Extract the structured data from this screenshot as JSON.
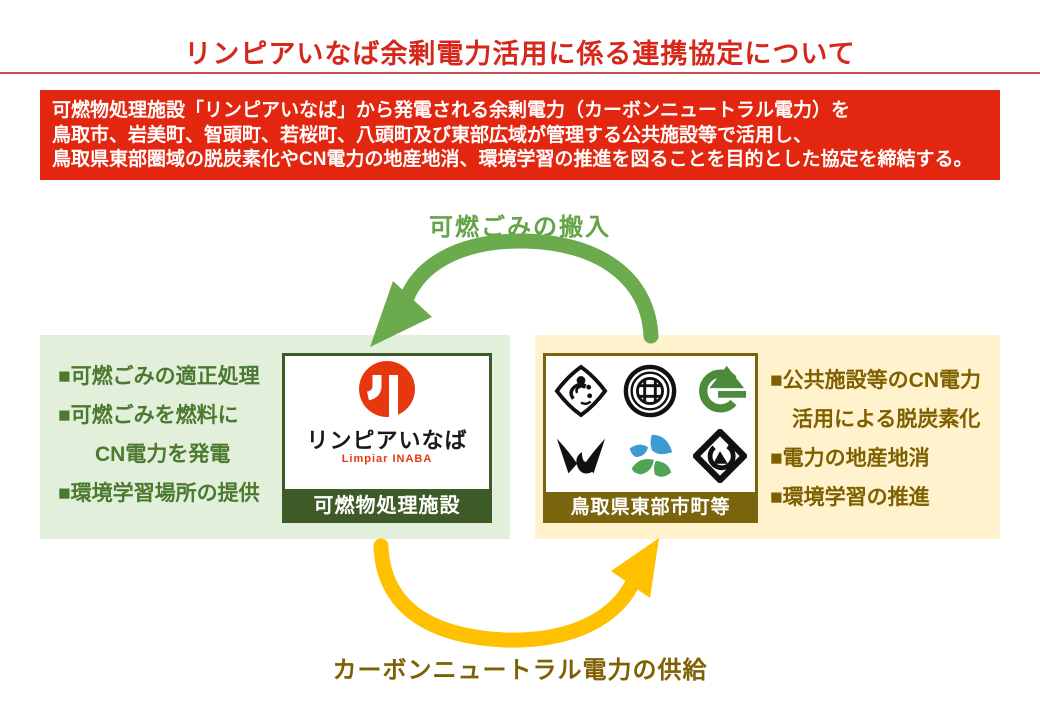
{
  "title": "リンピアいなば余剰電力活用に係る連携協定について",
  "banner": {
    "lines": [
      "可燃物処理施設「リンピアいなば」から発電される余剰電力（カーボンニュートラル電力）を",
      "鳥取市、岩美町、智頭町、若桜町、八頭町及び東部広域が管理する公共施設等で活用し、",
      "鳥取県東部圏域の脱炭素化やCN電力の地産地消、環境学習の推進を図ることを目的とした協定を締結する。"
    ]
  },
  "flow": {
    "top_label": "可燃ごみの搬入",
    "bottom_label": "カーボンニュートラル電力の供給"
  },
  "left_box": {
    "items": [
      {
        "text": "■可燃ごみの適正処理"
      },
      {
        "text": "■可燃ごみを燃料に"
      },
      {
        "text": "CN電力を発電",
        "indent": true
      },
      {
        "text": "■環境学習場所の提供"
      }
    ]
  },
  "right_box": {
    "items": [
      {
        "text": "■公共施設等のCN電力"
      },
      {
        "text": "活用による脱炭素化",
        "indent": true
      },
      {
        "text": "■電力の地産地消"
      },
      {
        "text": "■環境学習の推進"
      }
    ]
  },
  "facility_card": {
    "logo_jp": "リンピアいなば",
    "logo_en": "Limpiar INABA",
    "caption": "可燃物処理施設"
  },
  "municipal_card": {
    "caption": "鳥取県東部市町等",
    "emblems": [
      "tottori-city-emblem",
      "iwami-town-emblem",
      "chizu-town-emblem",
      "wakasa-town-emblem",
      "yazu-town-emblem",
      "tobu-koiki-emblem"
    ]
  },
  "colors": {
    "title_red": "#d5281b",
    "banner_red": "#e3260f",
    "light_green": "#e2efda",
    "dark_green": "#3e5b27",
    "green_text": "#4c7930",
    "arrow_green": "#6baa4d",
    "light_gold": "#fff2cc",
    "gold_text": "#7f6000",
    "bar_brown": "#7a650e",
    "arrow_gold": "#ffc000",
    "logo_red": "#e6380f"
  }
}
